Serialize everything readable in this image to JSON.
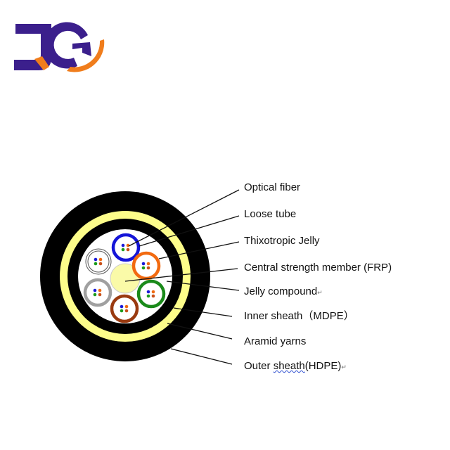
{
  "logo": {
    "text": "JG",
    "colors": {
      "primary": "#3b1f8c",
      "accent": "#f07d1c"
    }
  },
  "diagram": {
    "title": "Cable cross-section",
    "labels": [
      {
        "id": "optical-fiber",
        "text": "Optical fiber"
      },
      {
        "id": "loose-tube",
        "text": "Loose tube"
      },
      {
        "id": "thixotropic-jelly",
        "text": "Thixotropic Jelly"
      },
      {
        "id": "central-strength-member",
        "text": "Central strength member (FRP)"
      },
      {
        "id": "jelly-compound",
        "text": "Jelly compound",
        "suffix": "↵"
      },
      {
        "id": "inner-sheath",
        "text": "Inner sheath（MDPE）"
      },
      {
        "id": "aramid-yarns",
        "text": "Aramid yarns"
      },
      {
        "id": "outer-sheath",
        "text_pre": "Outer ",
        "text_underlined": "sheath",
        "text_post": "(HDPE)",
        "suffix": "↵"
      }
    ],
    "colors": {
      "sheath": "#000000",
      "aramid": "#fdfd8a",
      "core": "#ffffff",
      "central": "#fafaa8"
    },
    "tube_colors": [
      "#1515d8",
      "#ffffff",
      "#f26a10",
      "#a0a0a0",
      "#1a8a1a",
      "#9a3a10"
    ]
  }
}
